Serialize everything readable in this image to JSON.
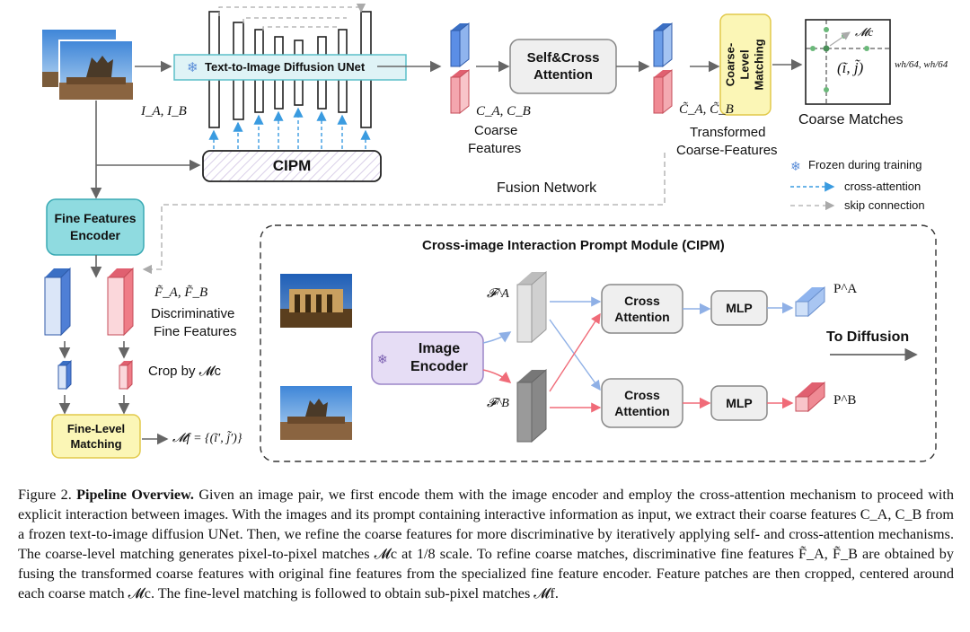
{
  "diagram": {
    "unet_label": "Text-to-Image Diffusion UNet",
    "input_label": "I_A, I_B",
    "cipm_label": "CIPM",
    "self_cross_label": "Self&Cross Attention",
    "coarse_sym": "C_A, C_B",
    "coarse_label_1": "Coarse",
    "coarse_label_2": "Features",
    "transformed_sym": "C̃_A, C̃_B",
    "transformed_label_1": "Transformed",
    "transformed_label_2": "Coarse-Features",
    "coarse_matching_label": "Coarse-Level Matching",
    "coarse_matches_label": "Coarse Matches",
    "mc_label": "𝓜c",
    "ij_label": "(ĩ, j̃)",
    "scale_label": "wh/64, wh/64",
    "fusion_label": "Fusion Network",
    "legend_frozen": "Frozen during training",
    "legend_cross": "cross-attention",
    "legend_skip": "skip connection",
    "fine_encoder_label": "Fine Features Encoder",
    "fine_sym": "F̃_A, F̃_B",
    "fine_label_1": "Discriminative",
    "fine_label_2": "Fine Features",
    "crop_label": "Crop by 𝓜c",
    "fine_matching_label": "Fine-Level Matching",
    "mf_label": "𝓜f = {(ĩ′, j̃′)}",
    "cipm_title": "Cross-image Interaction Prompt Module (CIPM)",
    "image_encoder_label": "Image Encoder",
    "fa_label": "𝓕^A",
    "fb_label": "𝓕^B",
    "cross_attention_label": "Cross Attention",
    "mlp_label": "MLP",
    "pa_label": "P^A",
    "pb_label": "P^B",
    "to_diffusion_label": "To Diffusion"
  },
  "caption": {
    "figure_label": "Figure 2.",
    "title": "Pipeline Overview.",
    "body": "Given an image pair, we first encode them with the image encoder and employ the cross-attention mechanism to proceed with explicit interaction between images. With the images and its prompt containing interactive information as input, we extract their coarse features C_A, C_B from a frozen text-to-image diffusion UNet. Then, we refine the coarse features for more discriminative by iteratively applying self- and cross-attention mechanisms. The coarse-level matching generates pixel-to-pixel matches 𝓜c at 1/8 scale. To refine coarse matches, discriminative fine features F̃_A, F̃_B are obtained by fusing the transformed coarse features with original fine features from the specialized fine feature encoder. Feature patches are then cropped, centered around each coarse match 𝓜c. The fine-level matching is followed to obtain sub-pixel matches 𝓜f."
  },
  "colors": {
    "unet_fill": "#dff3f6",
    "teal": "#7fd6dc",
    "blue": "#4f8fe0",
    "red": "#f07f88",
    "yellow": "#fbf6b6",
    "lavender": "#e6ddf5",
    "gray_box": "#efefef",
    "match_green": "#6bb87a"
  }
}
